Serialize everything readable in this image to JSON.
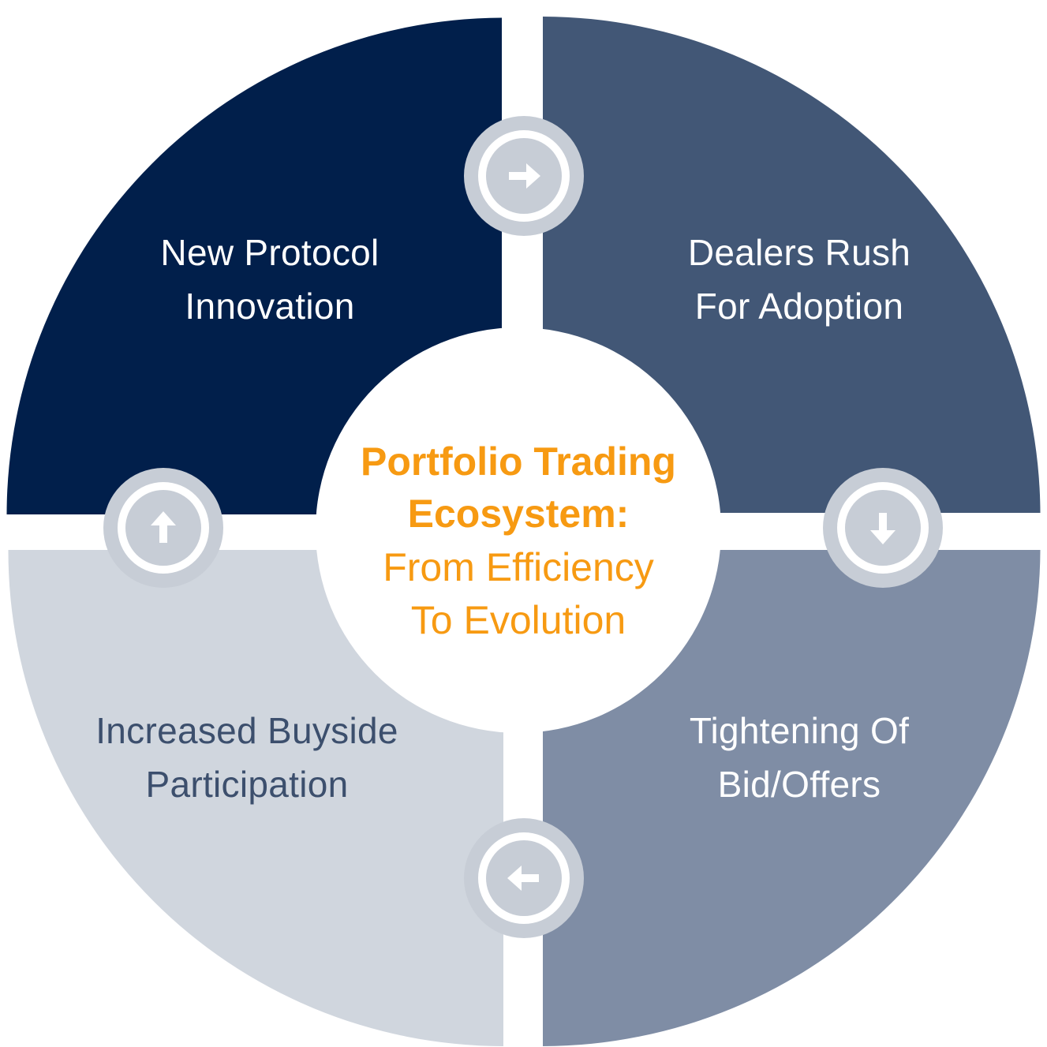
{
  "diagram": {
    "colors": {
      "top_left": "#011f4b",
      "top_right": "#425776",
      "bottom_right": "#7f8da5",
      "bottom_left": "#d0d6de",
      "center_bg": "#ffffff",
      "center_text": "#f79a12",
      "arrow_ring": "#c7cdd6",
      "arrow_fill": "#ffffff",
      "label_light": "#ffffff",
      "label_dark": "#3c4f6d"
    },
    "quadrants": {
      "top_left": {
        "line1": "New Protocol",
        "line2": "Innovation"
      },
      "top_right": {
        "line1": "Dealers Rush",
        "line2": "For Adoption"
      },
      "bottom_right": {
        "line1": "Tightening Of",
        "line2": "Bid/Offers"
      },
      "bottom_left": {
        "line1": "Increased Buyside",
        "line2": "Participation"
      }
    },
    "center": {
      "title_line1": "Portfolio Trading",
      "title_line2": "Ecosystem:",
      "subtitle_line1": "From Efficiency",
      "subtitle_line2": "To Evolution"
    },
    "arrows": {
      "top": "arrow-right-icon",
      "right": "arrow-down-icon",
      "bottom": "arrow-left-icon",
      "left": "arrow-up-icon"
    }
  }
}
